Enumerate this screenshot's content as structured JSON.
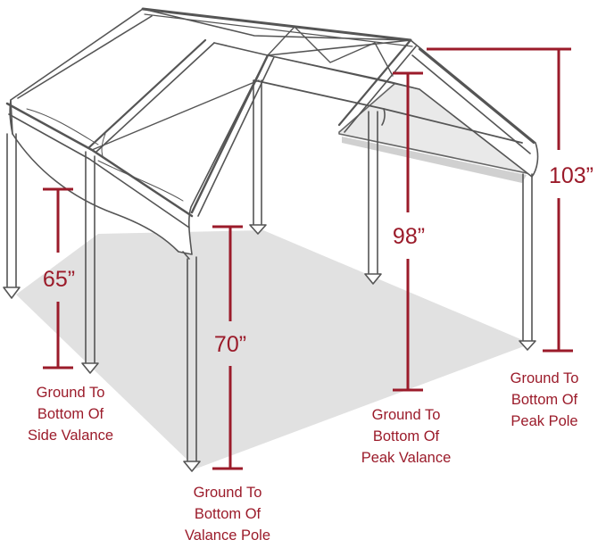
{
  "colors": {
    "dimension": "#9b1b2a",
    "frame": "#555555",
    "ground": "#e1e1e1",
    "canopy_shadow": "#eeeeee"
  },
  "dimensions": {
    "side_valance": "65”",
    "valance_pole": "70”",
    "peak_valance": "98”",
    "peak_pole": "103”"
  },
  "captions": {
    "side_valance": [
      "Ground To",
      "Bottom Of",
      "Side Valance"
    ],
    "valance_pole": [
      "Ground To",
      "Bottom Of",
      "Valance Pole"
    ],
    "peak_valance": [
      "Ground To",
      "Bottom Of",
      "Peak Valance"
    ],
    "peak_pole": [
      "Ground To",
      "Bottom Of",
      "Peak Pole"
    ]
  }
}
